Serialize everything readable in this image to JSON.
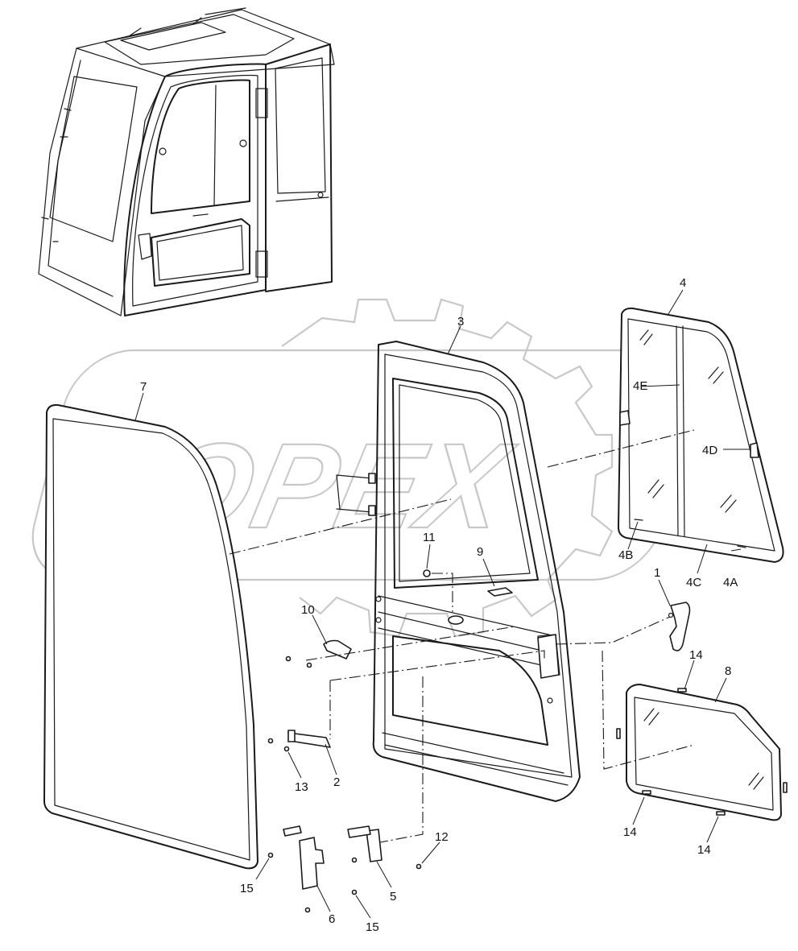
{
  "diagram": {
    "watermark_text": "OPEX",
    "callouts": {
      "c1": "1",
      "c2": "2",
      "c3": "3",
      "c4": "4",
      "c4a": "4A",
      "c4b": "4B",
      "c4c": "4C",
      "c4d": "4D",
      "c4e": "4E",
      "c5": "5",
      "c6": "6",
      "c7": "7",
      "c8": "8",
      "c9": "9",
      "c10": "10",
      "c11": "11",
      "c12": "12",
      "c13": "13",
      "c14a": "14",
      "c14b": "14",
      "c14c": "14",
      "c15a": "15",
      "c15b": "15"
    }
  }
}
